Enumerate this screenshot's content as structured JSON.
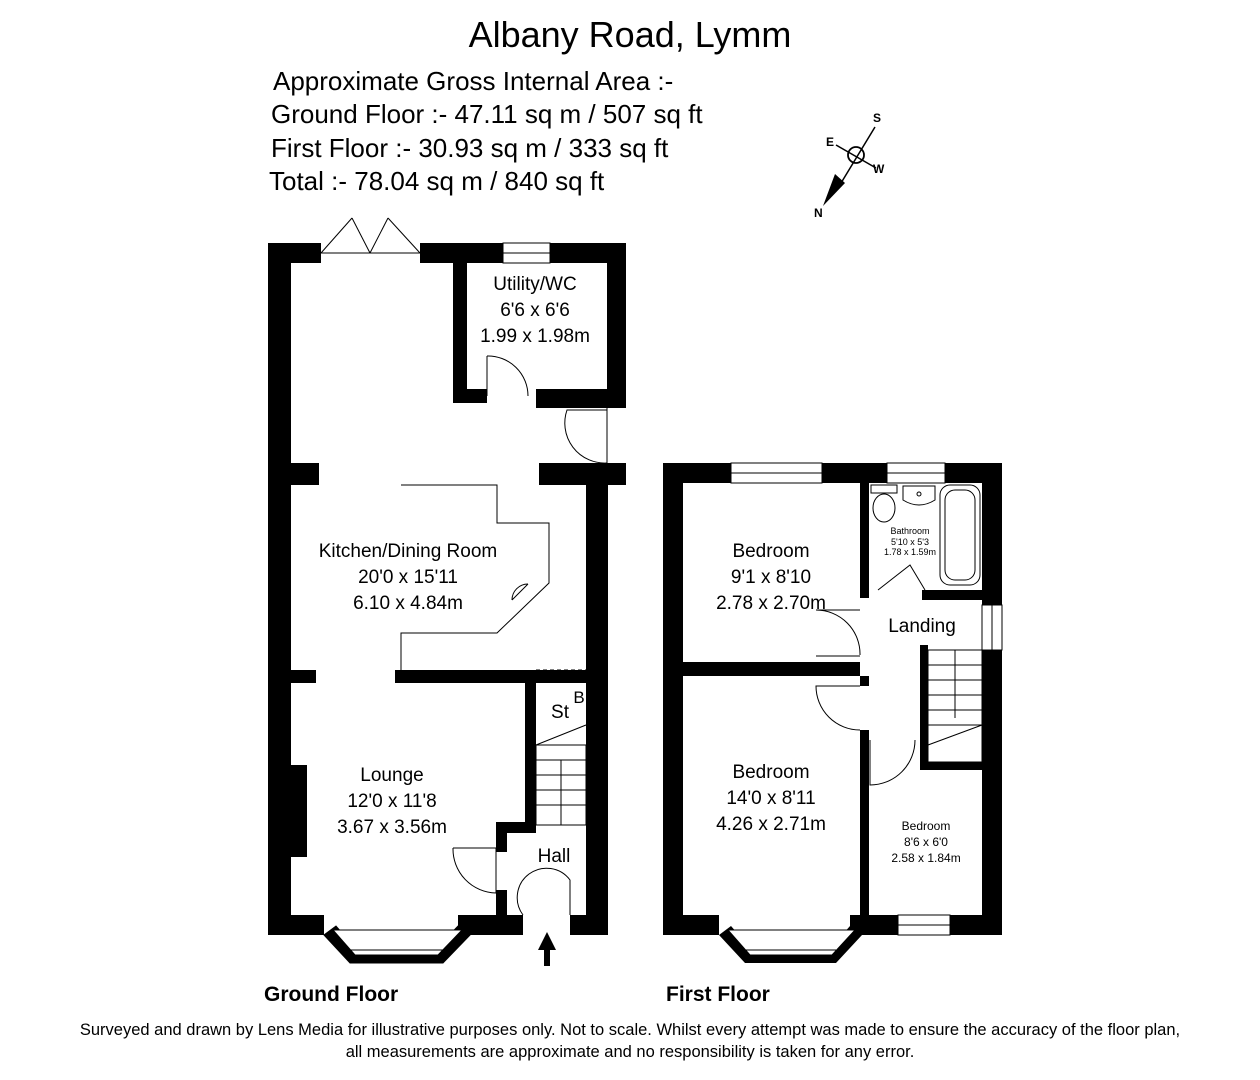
{
  "title": "Albany Road, Lymm",
  "area_summary": {
    "heading": "Approximate Gross Internal Area :-",
    "ground": "Ground Floor :- 47.11 sq m / 507 sq ft",
    "first": "First Floor :- 30.93 sq m / 333 sq ft",
    "total": "Total :- 78.04 sq m / 840 sq ft"
  },
  "compass": {
    "north": "N",
    "south": "S",
    "east": "E",
    "west": "W"
  },
  "ground_floor": {
    "label": "Ground Floor",
    "rooms": [
      {
        "name": "Utility/WC",
        "imperial": "6'6 x 6'6",
        "metric": "1.99 x 1.98m"
      },
      {
        "name": "Kitchen/Dining Room",
        "imperial": "20'0 x 15'11",
        "metric": "6.10 x 4.84m"
      },
      {
        "name": "Lounge",
        "imperial": "12'0 x 11'8",
        "metric": "3.67 x 3.56m"
      }
    ],
    "hall": "Hall",
    "store": "St",
    "boiler": "B"
  },
  "first_floor": {
    "label": "First Floor",
    "rooms": [
      {
        "name": "Bedroom",
        "imperial": "9'1 x 8'10",
        "metric": "2.78 x 2.70m"
      },
      {
        "name": "Bathroom",
        "imperial": "5'10 x 5'3",
        "metric": "1.78 x 1.59m"
      },
      {
        "name": "Bedroom",
        "imperial": "14'0 x 8'11",
        "metric": "4.26 x 2.71m"
      },
      {
        "name": "Bedroom",
        "imperial": "8'6 x 6'0",
        "metric": "2.58 x 1.84m"
      }
    ],
    "landing": "Landing"
  },
  "disclaimer": {
    "line1": "Surveyed and drawn by Lens Media for illustrative purposes only. Not to scale. Whilst every attempt was made to ensure the accuracy of the floor plan,",
    "line2": "all measurements are approximate and no responsibility is taken for any error."
  },
  "colors": {
    "wall": "#000000",
    "background": "#ffffff",
    "window": "#ffffff"
  }
}
